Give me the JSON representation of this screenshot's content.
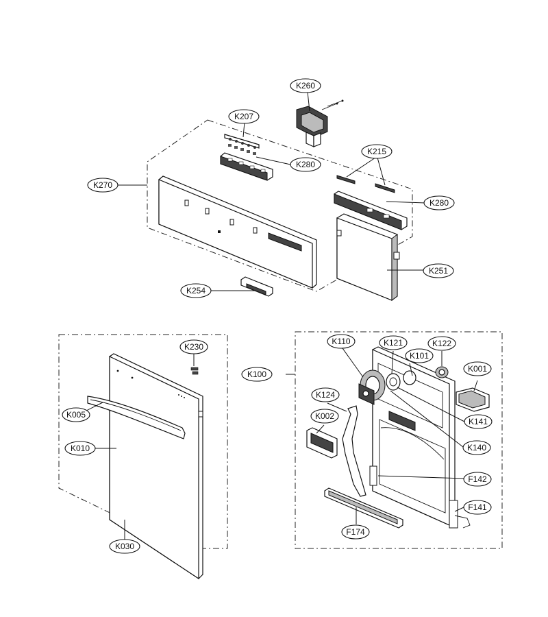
{
  "callouts": {
    "k260": "K260",
    "k207": "K207",
    "k215": "K215",
    "k280a": "K280",
    "k280b": "K280",
    "k270": "K270",
    "k251": "K251",
    "k254": "K254",
    "k230": "K230",
    "k005": "K005",
    "k010": "K010",
    "k030": "K030",
    "k100": "K100",
    "k110": "K110",
    "k121": "K121",
    "k122": "K122",
    "k101": "K101",
    "k001": "K001",
    "k124": "K124",
    "k002": "K002",
    "k141": "K141",
    "k140": "K140",
    "f142": "F142",
    "f141": "F141",
    "f174": "F174"
  }
}
